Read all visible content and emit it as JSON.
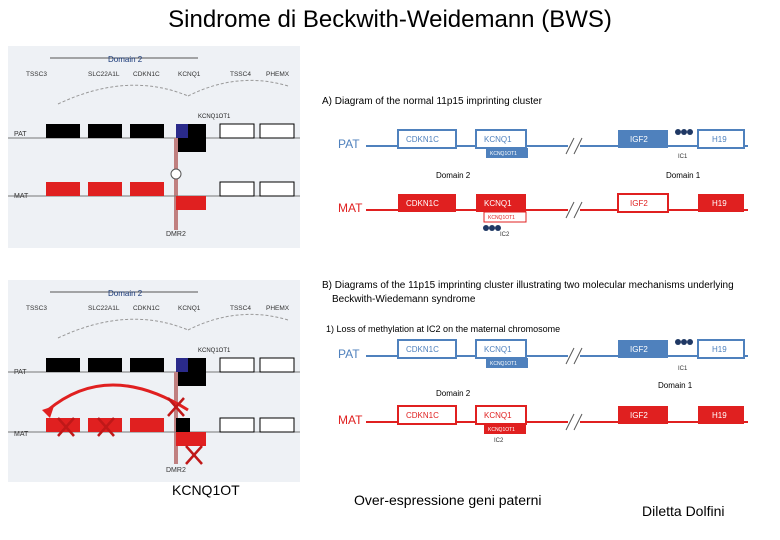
{
  "title": "Sindrome di Beckwith-Weidemann (BWS)",
  "left_top": {
    "domain": "Domain 2",
    "genes": [
      "TSSC3",
      "SLC22A1L",
      "CDKN1C",
      "KCNQ1",
      "TSSC4",
      "PHEMX"
    ],
    "kcnq1ot1": "KCNQ1OT1",
    "pat": "PAT",
    "mat": "MAT",
    "dmr": "DMR2"
  },
  "left_bottom": {
    "domain": "Domain 2",
    "genes": [
      "TSSC3",
      "SLC22A1L",
      "CDKN1C",
      "KCNQ1",
      "TSSC4",
      "PHEMX"
    ],
    "kcnq1ot1": "KCNQ1OT1",
    "pat": "PAT",
    "mat": "MAT",
    "dmr": "DMR2"
  },
  "right_top": {
    "heading": "A) Diagram of the normal 11p15 imprinting cluster",
    "pat": "PAT",
    "mat": "MAT",
    "cdkn1c": "CDKN1C",
    "kcnq1": "KCNQ1",
    "kcnq1ot1": "KCNQ1OT1",
    "igf2": "IGF2",
    "h19": "H19",
    "ic1": "IC1",
    "ic2": "IC2",
    "domain2": "Domain 2",
    "domain1": "Domain 1"
  },
  "right_bottom": {
    "heading_line1": "B) Diagrams of the 11p15 imprinting cluster illustrating two molecular mechanisms underlying",
    "heading_line2": "Beckwith-Wiedemann syndrome",
    "subheading": "1) Loss of methylation at IC2 on the maternal chromosome",
    "pat": "PAT",
    "mat": "MAT",
    "cdkn1c": "CDKN1C",
    "kcnq1": "KCNQ1",
    "kcnq1ot1": "KCNQ1OT1",
    "igf2": "IGF2",
    "h19": "H19",
    "ic1": "IC1",
    "ic2": "IC2",
    "domain2": "Domain 2",
    "domain1": "Domain 1"
  },
  "footer": {
    "left": "KCNQ1OT",
    "center": "Over-espressione geni paterni",
    "right": "Diletta Dolfini"
  },
  "colors": {
    "paternal_blue": "#4f81bd",
    "maternal_red": "#e02020",
    "methyl_navy": "#1f3864"
  }
}
